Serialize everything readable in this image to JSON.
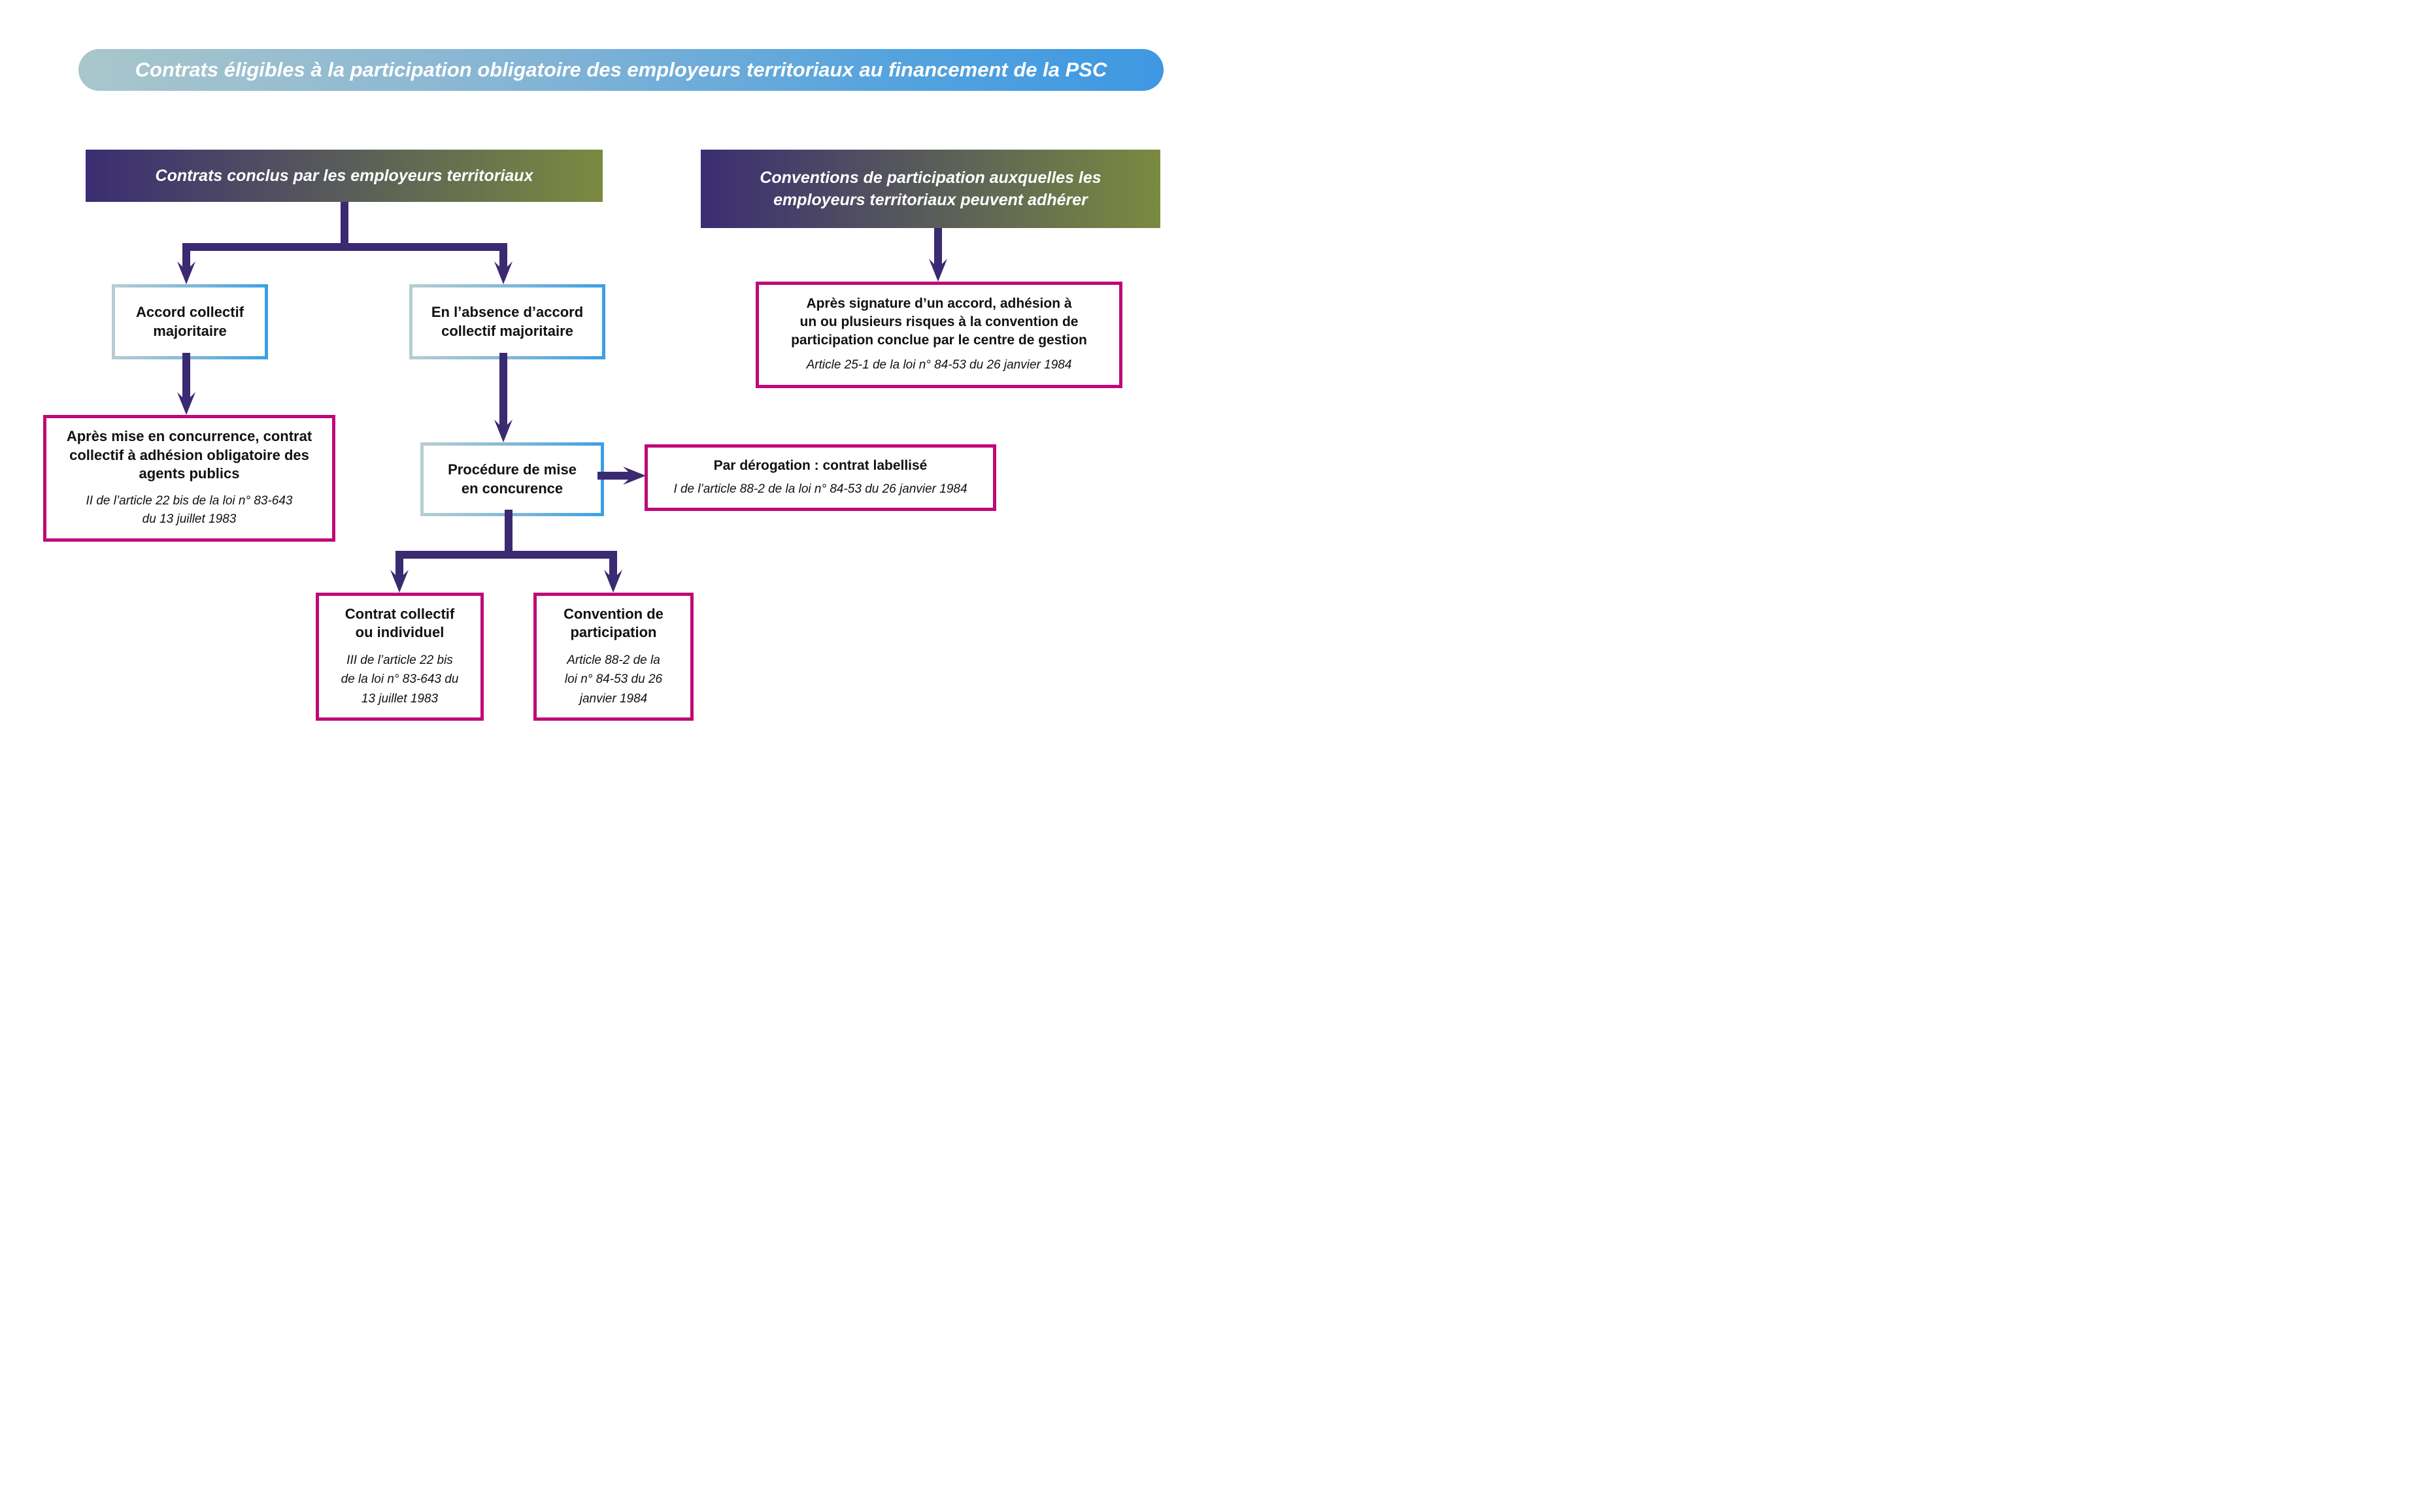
{
  "banner": {
    "text": "Contrats éligibles à la participation obligatoire des employeurs territoriaux au financement de la PSC"
  },
  "headers": {
    "left": {
      "line1": "Contrats conclus par les employeurs territoriaux"
    },
    "right": {
      "line1": "Conventions de participation auxquelles les",
      "line2": "employeurs territoriaux peuvent adhérer"
    }
  },
  "boxes": {
    "accord": {
      "line1": "Accord collectif",
      "line2": "majoritaire"
    },
    "absence": {
      "line1": "En l’absence d’accord",
      "line2": "collectif majoritaire"
    },
    "procedure": {
      "line1": "Procédure de mise",
      "line2": "en concurence"
    },
    "apres_mise": {
      "title1": "Après mise en concurrence, contrat",
      "title2": "collectif à adhésion obligatoire des",
      "title3": "agents publics",
      "note1": "II de l’article 22 bis de la loi n° 83-643",
      "note2": "du 13 juillet 1983"
    },
    "derogation": {
      "title1": "Par dérogation : contrat labellisé",
      "note1": "I de l’article 88-2 de la loi n° 84-53 du 26 janvier 1984"
    },
    "apres_signature": {
      "title1": "Après signature d’un accord, adhésion à",
      "title2": "un ou plusieurs risques à la convention de",
      "title3": "participation conclue par le centre de gestion",
      "note1": "Article 25-1 de la loi n° 84-53 du 26 janvier 1984"
    },
    "contrat_collectif": {
      "title1": "Contrat collectif",
      "title2": "ou individuel",
      "note1": "III de l’article 22 bis",
      "note2": "de la loi n° 83-643 du",
      "note3": "13 juillet 1983"
    },
    "convention": {
      "title1": "Convention de",
      "title2": "participation",
      "note1": "Article 88-2 de la",
      "note2": "loi n° 84-53 du 26",
      "note3": "janvier 1984"
    }
  },
  "colors": {
    "arrow_purple": "#392a71",
    "magenta_border": "#bf0a78",
    "header_gradient_start": "#3b2d72",
    "header_gradient_end": "#7a8a40",
    "banner_gradient_start": "#a9c6cb",
    "banner_gradient_end": "#3e98e1",
    "bluebox_gradient_start": "#b7ced2",
    "bluebox_gradient_end": "#39a0e5"
  }
}
